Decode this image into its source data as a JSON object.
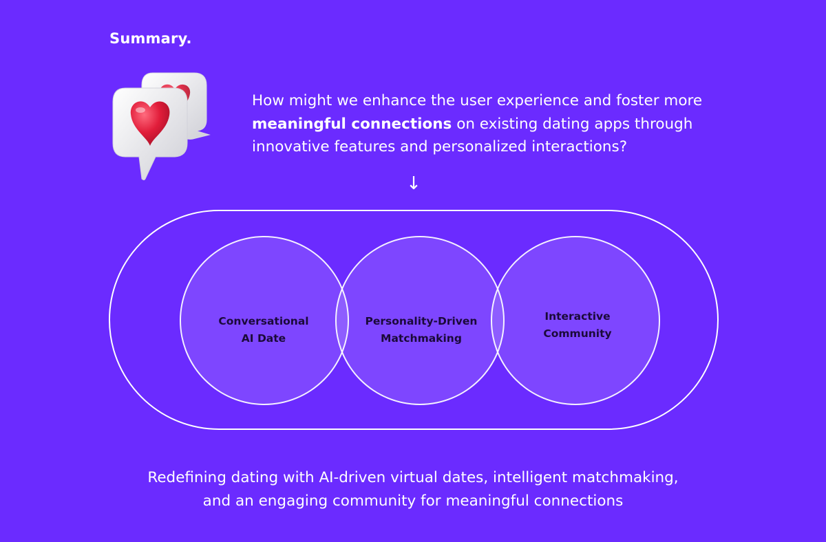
{
  "colors": {
    "background": "#6b2bff",
    "outline": "#ffffff",
    "circle_text": "#1b0a3a",
    "heart": "#e11d3a"
  },
  "header": {
    "title": "Summary."
  },
  "hero": {
    "icon": "heart-speech-bubbles-icon",
    "question_line1": "How might we enhance the user experience and foster more",
    "question_bold": "meaningful connections",
    "question_line2_rest": " on existing dating apps through",
    "question_line3": "innovative features and personalized interactions?"
  },
  "connector": {
    "arrow": "↓"
  },
  "diagram": {
    "circles": [
      {
        "line1": "Conversational",
        "line2": "AI Date"
      },
      {
        "line1": "Personality-Driven",
        "line2": "Matchmaking"
      },
      {
        "line1": "Interactive",
        "line2": "Community"
      }
    ]
  },
  "footer": {
    "line1": "Redefining dating with AI-driven virtual dates, intelligent matchmaking,",
    "line2": "and an engaging community for meaningful connections"
  }
}
